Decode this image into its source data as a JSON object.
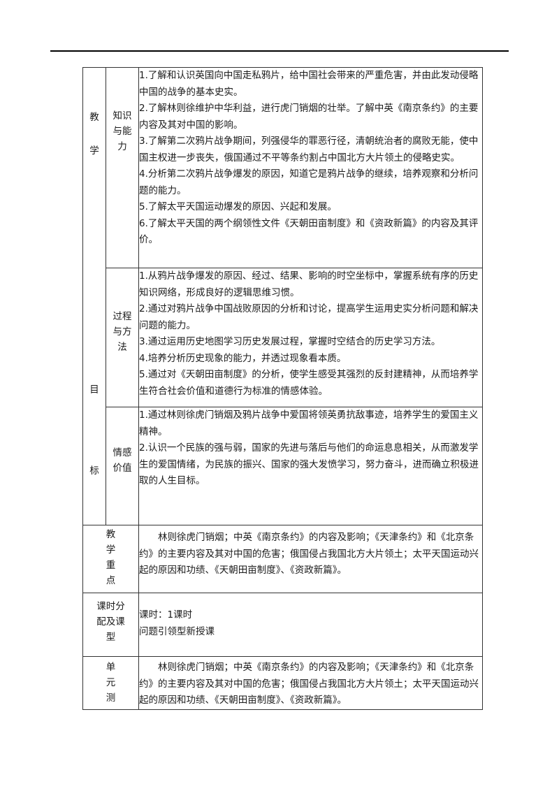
{
  "objectives": {
    "label_chars": [
      "教",
      "学",
      "目",
      "标"
    ],
    "knowledge": {
      "label": [
        "知识",
        "与能",
        "力"
      ],
      "items": [
        "1.了解和认识英国向中国走私鸦片，给中国社会带来的严重危害，并由此发动侵略中国的战争的基本史实。",
        "2.了解林则徐维护中华利益，进行虎门销烟的壮举。了解中英《南京条约》的主要内容及其对中国的影响。",
        "3.了解第二次鸦片战争期间，列强侵华的罪恶行径，清朝统治者的腐败无能，使中国主权进一步丧失，俄国通过不平等条约割占中国北方大片领土的侵略史实。",
        "4.分析第二次鸦片战争爆发的原因，知道它是鸦片战争的继续，培养观察和分析问题的能力。",
        "5.了解太平天国运动爆发的原因、兴起和发展。",
        "6.了解太平天国的两个纲领性文件《天朝田亩制度》和《资政新篇》的内容及其评价。"
      ]
    },
    "process": {
      "label": [
        "过程",
        "与方",
        "法"
      ],
      "items": [
        "1.从鸦片战争爆发的原因、经过、结果、影响的时空坐标中，掌握系统有序的历史知识网络，形成良好的逻辑思维习惯。",
        "2.通过对鸦片战争中国战败原因的分析和讨论，提高学生运用史实分析问题和解决问题的能力。",
        "3.通过运用历史地图学习历史发展过程，掌握时空结合的历史学习方法。",
        "4.培养分析历史现象的能力，并透过现象看本质。",
        "5.通过对《天朝田亩制度》的分析，使学生感受其强烈的反封建精神，从而培养学生符合社会价值和道德行为标准的情感体验。"
      ]
    },
    "emotion": {
      "label": [
        "情感",
        "价值"
      ],
      "items": [
        "1.通过林则徐虎门销烟及鸦片战争中爱国将领英勇抗敌事迹，培养学生的爱国主义精神。",
        "2.认识一个民族的强与弱，国家的先进与落后与他们的命运息息相关，从而激发学生的爱国情绪，为民族的振兴、国家的强大发愤学习，努力奋斗，进而确立积极进取的人生目标。"
      ]
    }
  },
  "key_points": {
    "label": [
      "教",
      "学",
      "重",
      "点"
    ],
    "text": "林则徐虎门销烟；中英《南京条约》的内容及影响；《天津条约》和《北京条约》的主要内容及其对中国的危害；俄国侵占我国北方大片领土；太平天国运动兴起的原因和功绩、《天朝田亩制度》、《资政新篇》。"
  },
  "schedule": {
    "label": [
      "课时分",
      "配及课",
      "型"
    ],
    "lines": [
      "课时：1课时",
      "问题引领型新授课"
    ]
  },
  "unit_test": {
    "label": [
      "单",
      "元",
      "测"
    ],
    "text": "林则徐虎门销烟；中英《南京条约》的内容及影响；《天津条约》和《北京条约》的主要内容及其对中国的危害；俄国侵占我国北方大片领土；太平天国运动兴起的原因和功绩、《天朝田亩制度》、《资政新篇》。"
  }
}
